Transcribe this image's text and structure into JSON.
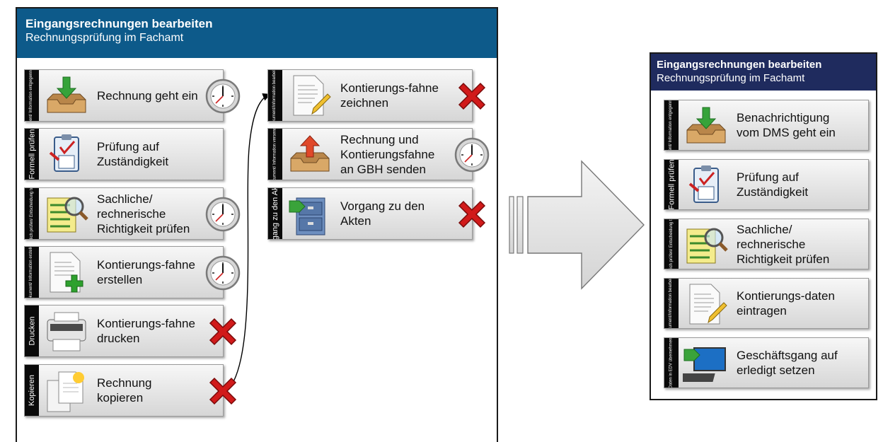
{
  "left": {
    "title": "Eingangsrechnungen bearbeiten",
    "subtitle": "Rechnungsprüfung im Fachamt",
    "col1": [
      {
        "side": "Dokument/ Information entgegennehmen",
        "label": "Rechnung geht ein",
        "icon": "inbox-tray-icon",
        "status": "clock-icon"
      },
      {
        "side": "Formell prüfen",
        "label": "Prüfung auf Zuständigkeit",
        "icon": "clipboard-check-icon",
        "status": ""
      },
      {
        "side": "Inhaltlich prüfen/ Entscheidung treffen",
        "label": "Sachliche/ rechnerische Richtigkeit prüfen",
        "icon": "document-magnifier-icon",
        "status": "clock-icon"
      },
      {
        "side": "Dokument/ Information erstellen",
        "label": "Kontierungs-fahne erstellen",
        "icon": "document-add-icon",
        "status": "clock-icon"
      },
      {
        "side": "Drucken",
        "label": "Kontierungs-fahne drucken",
        "icon": "printer-icon",
        "status": "cross-icon"
      },
      {
        "side": "Kopieren",
        "label": "Rechnung kopieren",
        "icon": "copy-documents-icon",
        "status": "cross-icon"
      }
    ],
    "col2": [
      {
        "side": "Dokument/Information bearbeiten",
        "label": "Kontierungs-fahne zeichnen",
        "icon": "document-pencil-icon",
        "status": "cross-icon"
      },
      {
        "side": "Dokument/ Information versenden",
        "label": "Rechnung und Kontierungsfahne an GBH senden",
        "icon": "outbox-tray-icon",
        "status": "clock-icon"
      },
      {
        "side": "Vorgang zu den Akten",
        "label": "Vorgang zu den Akten",
        "icon": "file-cabinet-icon",
        "status": "cross-icon"
      }
    ]
  },
  "right": {
    "title": "Eingangsrechnungen bearbeiten",
    "subtitle": "Rechnungsprüfung im Fachamt",
    "steps": [
      {
        "side": "Dokument/ Information entgegennehmen",
        "label": "Benachrichtigung vom DMS geht ein",
        "icon": "inbox-tray-icon"
      },
      {
        "side": "Formell prüfen",
        "label": "Prüfung auf Zuständigkeit",
        "icon": "clipboard-check-icon"
      },
      {
        "side": "Inhaltlich prüfen/ Entscheidung treffen",
        "label": "Sachliche/ rechnerische Richtigkeit prüfen",
        "icon": "document-magnifier-icon"
      },
      {
        "side": "Dokument/Information bearbeiten",
        "label": "Kontierungs-daten eintragen",
        "icon": "document-pencil-icon"
      },
      {
        "side": "Daten in EDV übernehmen",
        "label": "Geschäftsgang auf erledigt setzen",
        "icon": "computer-import-icon"
      }
    ]
  },
  "colors": {
    "left_header": "#0d5a8a",
    "right_header": "#1f2b5e",
    "clock": "#8a8a8a",
    "cross": "#d11a1a"
  }
}
